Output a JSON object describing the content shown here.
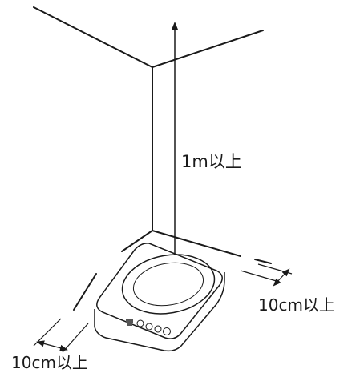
{
  "labels": {
    "height_clearance": "1m以上",
    "side_clearance": "10cm以上",
    "front_clearance": "10cm以上"
  },
  "colors": {
    "line": "#1a1a1a",
    "cooker_body": "#ffffff",
    "cooker_panel": "#555555"
  },
  "icons": {
    "cooktop": "induction-cooker-icon",
    "wall_corner": "room-corner-lines"
  }
}
